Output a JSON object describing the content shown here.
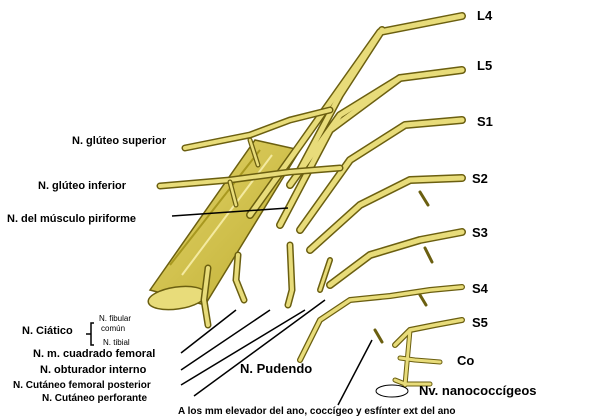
{
  "roots": {
    "l4": "L4",
    "l5": "L5",
    "s1": "S1",
    "s2": "S2",
    "s3": "S3",
    "s4": "S4",
    "s5": "S5",
    "co": "Co"
  },
  "labels": {
    "gluteo_superior": "N. glúteo superior",
    "gluteo_inferior": "N. glúteo inferior",
    "piriforme": "N. del músculo piriforme",
    "ciatico": "N. Ciático",
    "fibular": "N. fibular",
    "comun": "común",
    "tibial": "N. tibial",
    "cuadrado_femoral": "N. m. cuadrado femoral",
    "obturador_interno": "N. obturador interno",
    "cutaneo_femoral_posterior": "N. Cutáneo femoral posterior",
    "cutaneo_perforante": "N. Cutáneo perforante",
    "pudendo": "N. Pudendo",
    "nanococcigeos": "Nv. nanococcígeos",
    "footer": "A  los mm elevador del ano, coccígeo y esfínter ext del ano"
  },
  "colors": {
    "nerve": "#e8dc7a",
    "nerve_dark": "#c9b63a",
    "outline": "#6b5f10",
    "pointer": "#000000"
  }
}
